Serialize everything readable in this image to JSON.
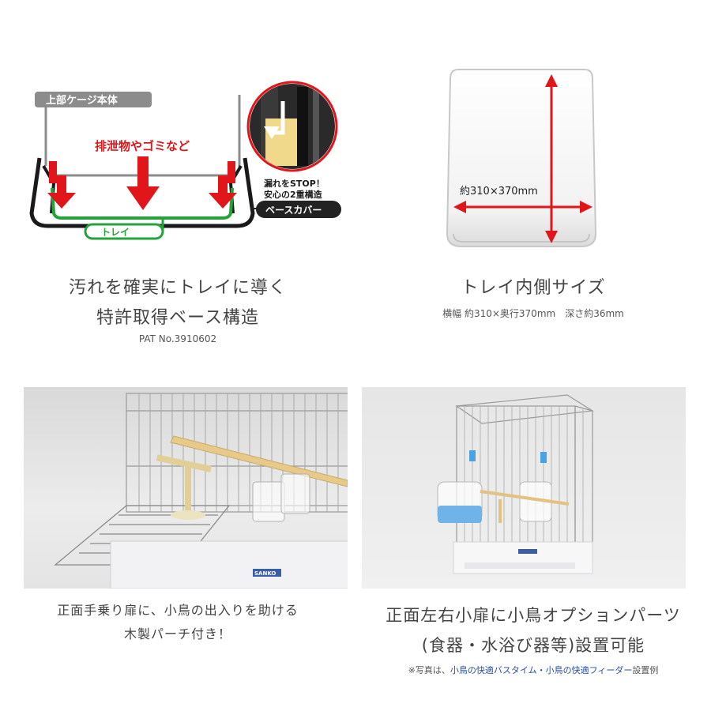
{
  "diagram": {
    "top_label": "上部ケージ本体",
    "waste_label": "排泄物やゴミなど",
    "stop_label_1": "漏れをSTOP！",
    "stop_label_2": "安心の2重構造",
    "base_cover_label": "ベースカバー",
    "tray_label": "トレイ"
  },
  "tray_image": {
    "dimension_label": "約310×370mm"
  },
  "captions": {
    "top_left_line1": "汚れを確実にトレイに導く",
    "top_left_line2": "特許取得ベース構造",
    "top_left_sub": "PAT No.3910602",
    "top_right_line1": "トレイ内側サイズ",
    "top_right_sub": "横幅 約310×奥行370mm　深さ約36mm",
    "bottom_left_line1": "正面手乗り扉に、小鳥の出入りを助ける",
    "bottom_left_line2": "木製パーチ付き！",
    "bottom_right_line1": "正面左右小扉に小鳥オプションパーツ",
    "bottom_right_line2": "(食器・水浴び器等)設置可能",
    "note_prefix": "※写真は、",
    "note_link": "小鳥の快適バスタイム・小鳥の快適フィーダー",
    "note_suffix": "設置例"
  },
  "brand_plate": "SANKO",
  "colors": {
    "red_arrow": "#e0161b",
    "green_tray": "#23a33a",
    "gray_cage": "#8c8c8c",
    "dark_label": "#222222",
    "tray_yellow": "#f0d98a"
  }
}
